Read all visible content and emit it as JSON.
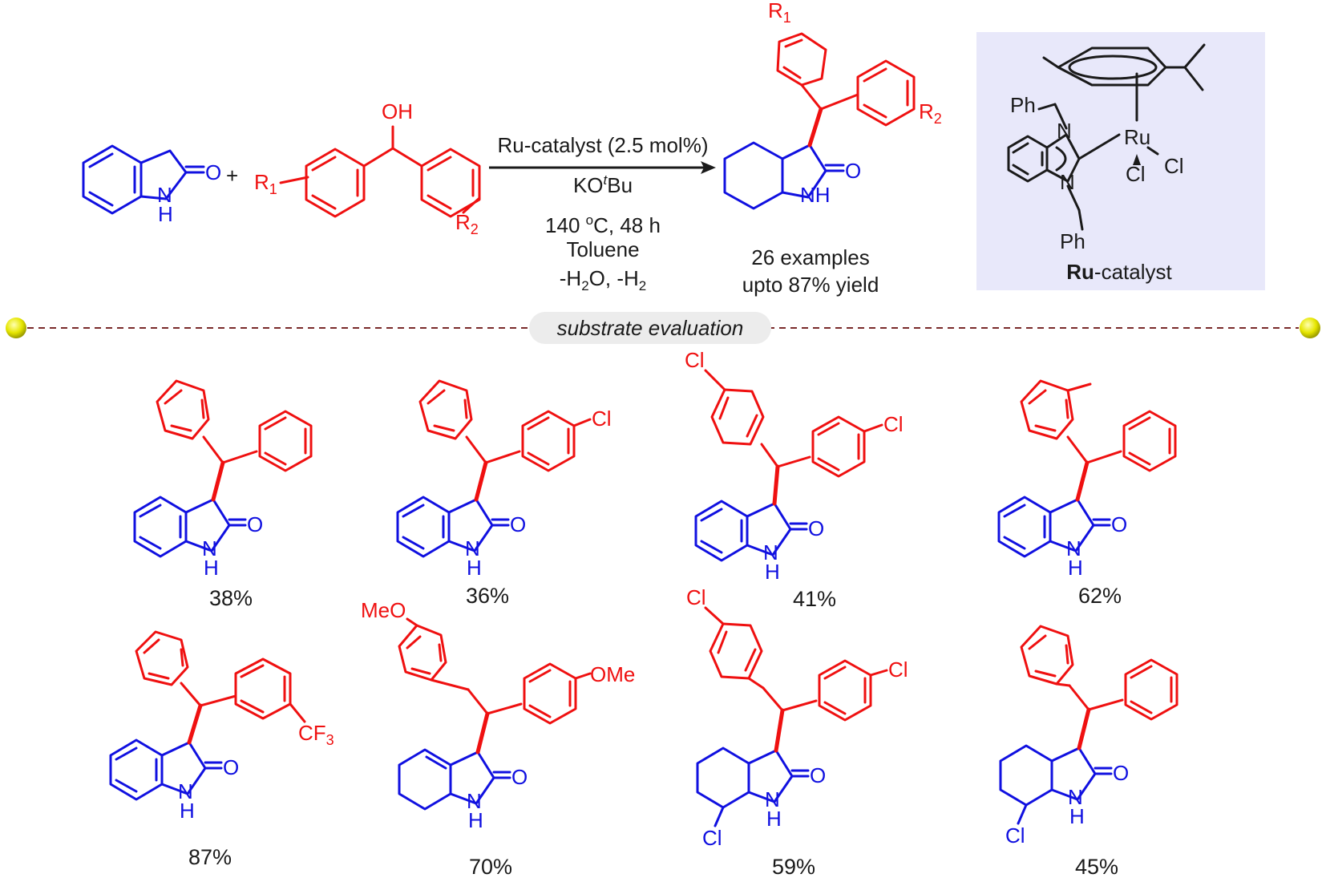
{
  "reaction": {
    "conditions": {
      "catalyst_line": "Ru-catalyst (2.5 mol%)",
      "base_main": "KO",
      "base_sup": "t",
      "base_tail": "Bu",
      "temp_main": "140 ",
      "temp_sup": "o",
      "temp_tail": "C, 48 h",
      "solvent": "Toluene",
      "byproduct_a": "-H",
      "byproduct_a_sub": "2",
      "byproduct_b": "O, -H",
      "byproduct_b_sub": "2"
    },
    "plus": "+",
    "product_summary": {
      "examples": "26 examples",
      "yield": "upto 87% yield"
    },
    "labels": {
      "oh": "OH",
      "r1": "R",
      "r1_sub": "1",
      "r2": "R",
      "r2_sub": "2",
      "o": "O",
      "n": "N",
      "h": "H",
      "nh": "NH"
    }
  },
  "catalyst_box": {
    "background": "#e8e8fa",
    "ph_top": "Ph",
    "ph_bottom": "Ph",
    "n": "N",
    "ru": "Ru",
    "cl_a": "Cl",
    "cl_b": "Cl",
    "caption_bold": "Ru",
    "caption_rest": "-catalyst"
  },
  "divider": {
    "label": "substrate evaluation"
  },
  "substrates": [
    {
      "yield": "38%"
    },
    {
      "yield": "36%",
      "substituent": "Cl"
    },
    {
      "yield": "41%",
      "substituent_a": "Cl",
      "substituent_b": "Cl"
    },
    {
      "yield": "62%"
    },
    {
      "yield": "87%",
      "substituent": "CF",
      "substituent_sub": "3"
    },
    {
      "yield": "70%",
      "substituent_a": "MeO",
      "substituent_b": "OMe"
    },
    {
      "yield": "59%",
      "substituent_a": "Cl",
      "substituent_b": "Cl",
      "substituent_c": "Cl"
    },
    {
      "yield": "45%",
      "substituent_c": "Cl"
    }
  ],
  "colors": {
    "core": "#1010e0",
    "aryl": "#ef1010",
    "catalyst": "#1a1a1a",
    "divider_line": "#7a2a2a",
    "divider_pill": "#ececec",
    "dot": "#e6e600"
  }
}
